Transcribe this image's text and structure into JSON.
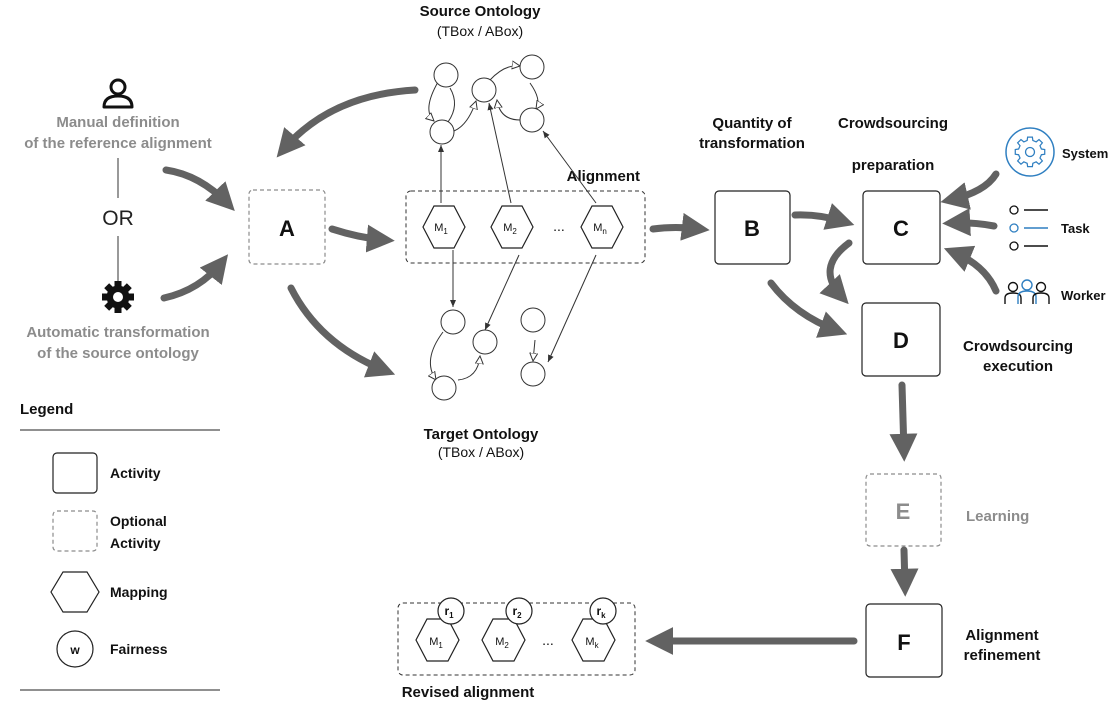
{
  "left": {
    "manual_line1": "Manual definition",
    "manual_line2": "of the reference alignment",
    "or": "OR",
    "auto_line1": "Automatic transformation",
    "auto_line2": "of the source ontology"
  },
  "legend": {
    "title": "Legend",
    "activity": "Activity",
    "optional_line1": "Optional",
    "optional_line2": "Activity",
    "mapping": "Mapping",
    "fairness": "Fairness",
    "fairness_symbol": "w"
  },
  "source_ontology": {
    "title": "Source Ontology",
    "subtitle": "(TBox / ABox)"
  },
  "target_ontology": {
    "title": "Target Ontology",
    "subtitle": "(TBox / ABox)"
  },
  "alignment": {
    "label": "Alignment",
    "m1": "M",
    "m1_sub": "1",
    "m2": "M",
    "m2_sub": "2",
    "mn": "M",
    "mn_sub": "n",
    "dots": "..."
  },
  "activities": {
    "a": "A",
    "b": "B",
    "c": "C",
    "d": "D",
    "e": "E",
    "f": "F"
  },
  "labels": {
    "quantity_line1": "Quantity of",
    "quantity_line2": "transformation",
    "crowd_prep_line1": "Crowdsourcing",
    "crowd_prep_line2": "preparation",
    "crowd_exec_line1": "Crowdsourcing",
    "crowd_exec_line2": "execution",
    "learning": "Learning",
    "refinement_line1": "Alignment",
    "refinement_line2": "refinement",
    "system": "System",
    "task": "Task",
    "worker": "Worker"
  },
  "revised": {
    "label": "Revised alignment",
    "r1": "r",
    "r1_sub": "1",
    "r2": "r",
    "r2_sub": "2",
    "rk": "r",
    "rk_sub": "k",
    "m1": "M",
    "m1_sub": "1",
    "m2": "M",
    "m2_sub": "2",
    "mk": "M",
    "mk_sub": "k",
    "dots": "..."
  },
  "colors": {
    "thick_arrow": "#626262",
    "gray_text": "#8c8c8c",
    "accent_blue": "#2f7fc1",
    "stroke": "#111111",
    "dashed": "#8c8c8c"
  }
}
